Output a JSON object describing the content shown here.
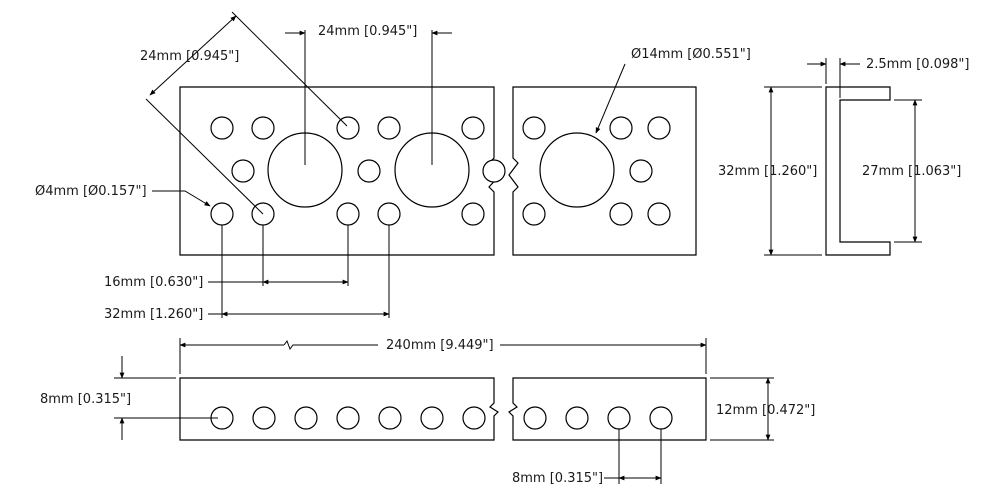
{
  "labels": {
    "top_center_spacing": "24mm [0.945\"]",
    "diagonal_spacing": "24mm [0.945\"]",
    "large_hole_dia": "Ø14mm [Ø0.551\"]",
    "wall_thickness": "2.5mm [0.098\"]",
    "outer_height": "32mm [1.260\"]",
    "inner_height": "27mm [1.063\"]",
    "small_hole_dia": "Ø4mm [Ø0.157\"]",
    "spacing_16": "16mm [0.630\"]",
    "spacing_32": "32mm [1.260\"]",
    "total_length": "240mm [9.449\"]",
    "edge_offset": "8mm [0.315\"]",
    "side_height": "12mm [0.472\"]",
    "side_hole_spacing": "8mm [0.315\"]"
  }
}
